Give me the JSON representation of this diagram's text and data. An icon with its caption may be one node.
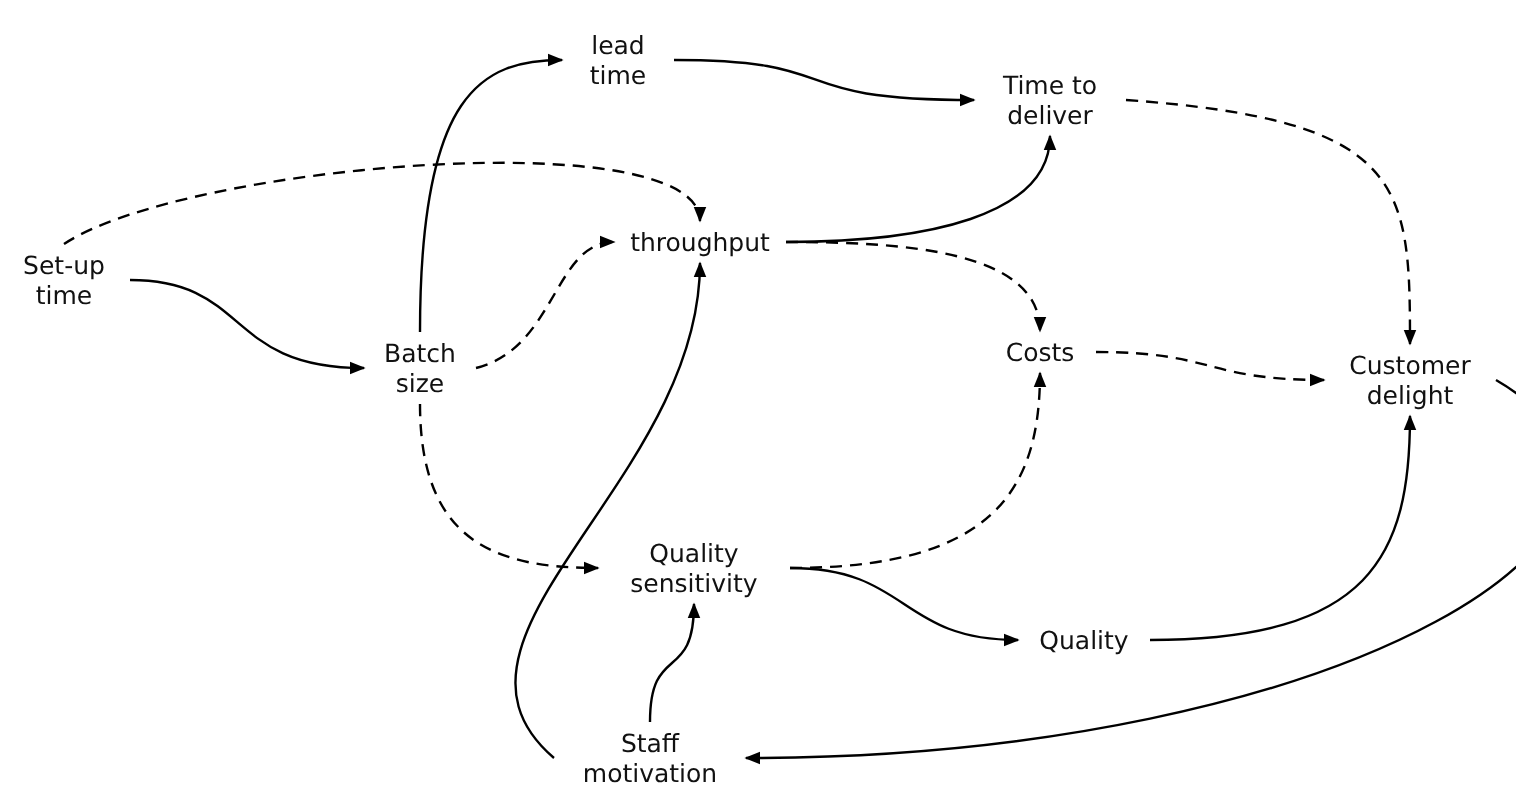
{
  "diagram": {
    "nodes": [
      {
        "text": [
          "Set-up time"
        ]
      },
      {
        "text": [
          "lead time"
        ]
      },
      {
        "text": [
          "Time to deliver"
        ]
      },
      {
        "text": [
          "throughput"
        ]
      },
      {
        "text": [
          "Batch size"
        ]
      },
      {
        "text": [
          "Costs"
        ]
      },
      {
        "text": [
          "Customer delight"
        ]
      },
      {
        "text": [
          "Quality sensitivity"
        ]
      },
      {
        "text": [
          "Quality"
        ]
      },
      {
        "text": [
          "Staff motivation"
        ]
      }
    ],
    "edges": [
      {
        "from": 0,
        "to": 4,
        "arrow": "to"
      },
      {
        "from": 0,
        "to": 3,
        "arrow": "to",
        "style": "dashed"
      },
      {
        "from": 4,
        "to": 1,
        "arrow": "to"
      },
      {
        "from": 4,
        "to": 3,
        "arrow": "to",
        "style": "dashed"
      },
      {
        "from": 4,
        "to": 7,
        "arrow": "to",
        "style": "dashed"
      },
      {
        "from": 1,
        "to": 2,
        "arrow": "to"
      },
      {
        "from": 3,
        "to": 2,
        "arrow": "to"
      },
      {
        "from": 3,
        "to": 5,
        "arrow": "to",
        "style": "dashed"
      },
      {
        "from": 2,
        "to": 6,
        "arrow": "to",
        "style": "dashed"
      },
      {
        "from": 5,
        "to": 6,
        "arrow": "to",
        "style": "dashed"
      },
      {
        "from": 7,
        "to": 5,
        "arrow": "to",
        "style": "dashed"
      },
      {
        "from": 7,
        "to": 8,
        "arrow": "to"
      },
      {
        "from": 8,
        "to": 6,
        "arrow": "to"
      },
      {
        "from": 6,
        "to": 9,
        "arrow": "to"
      },
      {
        "from": 9,
        "to": 7,
        "arrow": "to"
      },
      {
        "from": 9,
        "to": 3,
        "arrow": "to"
      }
    ]
  }
}
